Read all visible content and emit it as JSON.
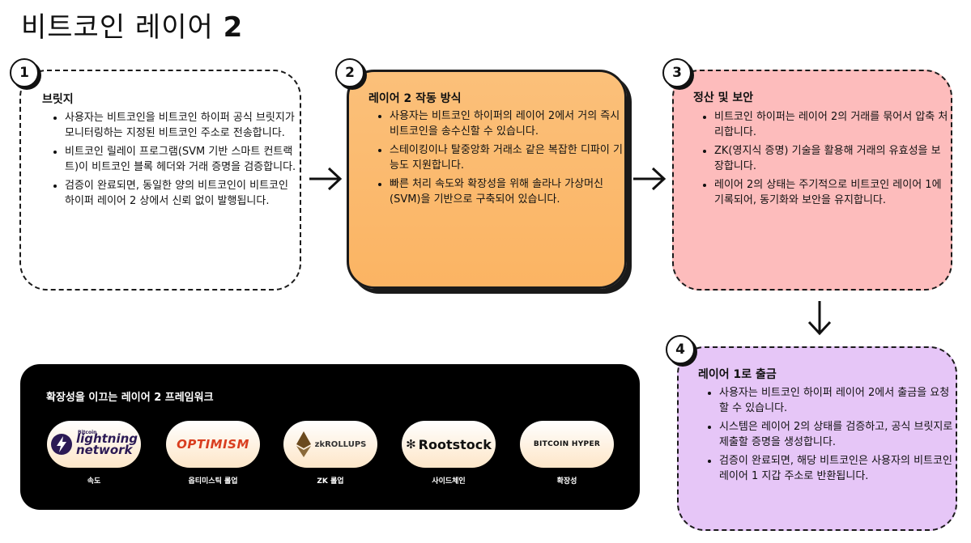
{
  "title": {
    "text": "비트코인 레이어",
    "num": "2"
  },
  "cards": [
    {
      "badge": "1",
      "heading": "브릿지",
      "bullets": [
        "사용자는 비트코인을 비트코인 하이퍼 공식 브릿지가 모니터링하는 지정된 비트코인 주소로 전송합니다.",
        "비트코인 릴레이 프로그램(SVM 기반 스마트 컨트랙트)이 비트코인 블록 헤더와 거래 증명을 검증합니다.",
        "검증이 완료되면, 동일한 양의 비트코인이 비트코인 하이퍼 레이어 2 상에서 신뢰 없이 발행됩니다."
      ]
    },
    {
      "badge": "2",
      "heading_a": "레이어",
      "heading_num": "2",
      "heading_b": "작동 방식",
      "bullets": [
        "사용자는 비트코인 하이퍼의 레이어 2에서 거의 즉시 비트코인을 송수신할 수 있습니다.",
        "스테이킹이나 탈중앙화 거래소 같은 복잡한 디파이 기능도 지원합니다.",
        "빠른 처리 속도와 확장성을 위해 솔라나 가상머신(SVM)을 기반으로 구축되어 있습니다."
      ]
    },
    {
      "badge": "3",
      "heading": "정산 및 보안",
      "bullets": [
        "비트코인 하이퍼는 레이어 2의 거래를 묶어서 압축 처리합니다.",
        "ZK(영지식 증명) 기술을 활용해 거래의 유효성을 보장합니다.",
        "레이어 2의 상태는 주기적으로 비트코인 레이어 1에 기록되어, 동기화와 보안을 유지합니다."
      ]
    },
    {
      "badge": "4",
      "heading_a": "레이어",
      "heading_num": "1",
      "heading_b": "로 출금",
      "bullets": [
        "사용자는 비트코인 하이퍼 레이어 2에서 출금을 요청할 수 있습니다.",
        "시스템은 레이어 2의 상태를 검증하고, 공식 브릿지로 제출할 증명을 생성합니다.",
        "검증이 완료되면, 해당 비트코인은 사용자의 비트코인 레이어 1 지갑 주소로 반환됩니다."
      ]
    }
  ],
  "frameworks": {
    "title_a": "확장성을 이끄는 레이어",
    "title_num": "2",
    "title_b": "프레임워크",
    "items": [
      {
        "logo_top": "lightning",
        "logo_bottom": "network",
        "logo_small": "Bitcoin",
        "label": "속도"
      },
      {
        "logo": "OPTIMISM",
        "label": "옵티미스틱 롤업"
      },
      {
        "logo": "zkROLLUPS",
        "label": "ZK 롤업"
      },
      {
        "logo": "Rootstock",
        "label": "사이드체인"
      },
      {
        "logo": "BITCOIN HYPER",
        "label": "확장성"
      }
    ]
  },
  "colors": {
    "card2": "#fbb463",
    "card3": "#fdbcbc",
    "card4": "#e6c6f7",
    "optimism": "#d93e1f",
    "lightning_bg": "#2b1a55"
  }
}
